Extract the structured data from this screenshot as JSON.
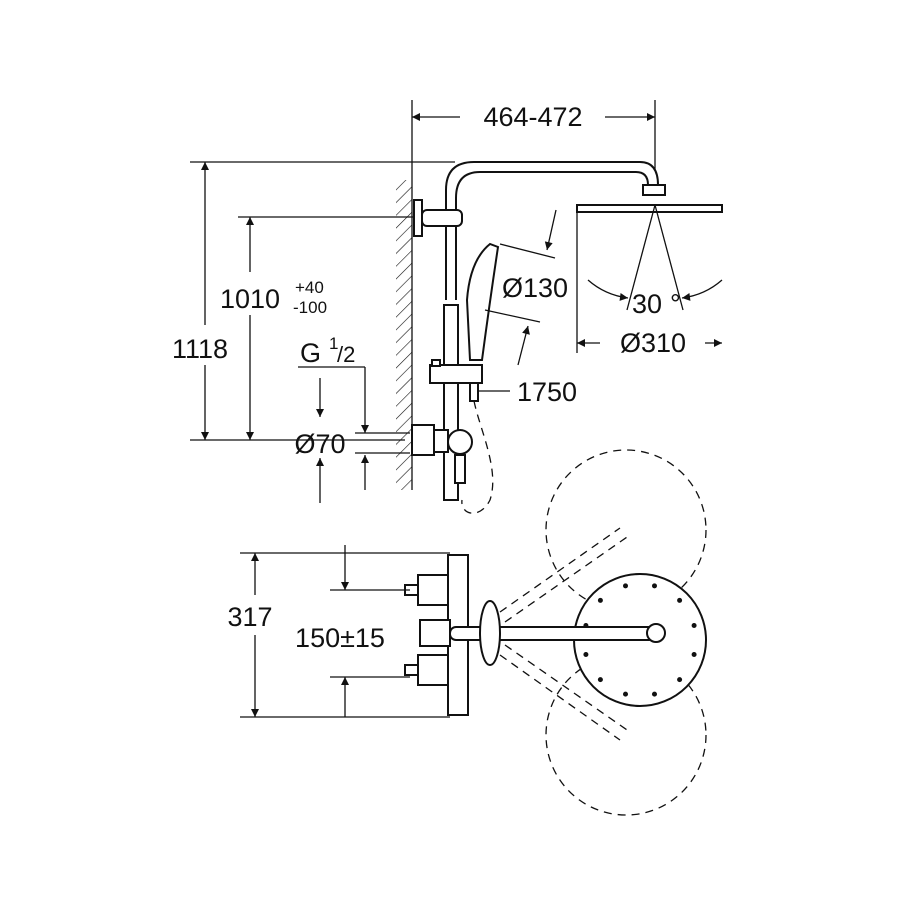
{
  "drawing": {
    "side_view": {
      "width_range": "464-472",
      "total_height": "1118",
      "outlet_height": "1010",
      "outlet_tol_plus": "+40",
      "outlet_tol_minus": "-100",
      "thread_prefix": "G",
      "thread_num": "1",
      "thread_den": "/2",
      "escutcheon": "Ø70",
      "hand_shower_dia": "Ø130",
      "hose_length": "1750",
      "spray_angle": "30",
      "degree_symbol": "°",
      "head_shower_dia": "Ø310"
    },
    "top_view": {
      "depth": "317",
      "inlet_spacing": "150±15"
    },
    "colors": {
      "line": "#111111",
      "background": "#ffffff"
    }
  }
}
